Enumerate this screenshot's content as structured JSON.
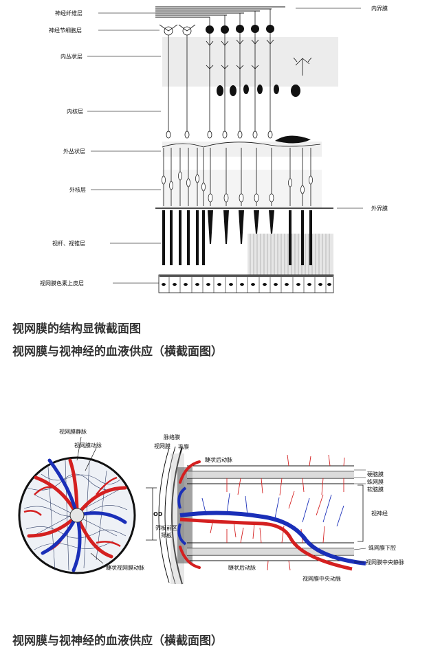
{
  "figure1": {
    "left_labels": [
      "神经纤维层",
      "神经节细胞层",
      "内丛状层",
      "内核层",
      "外丛状层",
      "外核层",
      "视杆、视锥层",
      "视网膜色素上皮层"
    ],
    "right_labels": [
      "内界膜",
      "外界膜"
    ]
  },
  "caption1": "视网膜的结构显微截面图",
  "caption2": "视网膜与视神经的血液供应（横截面图）",
  "figure2": {
    "labels": {
      "retinal_vein": "视网膜静脉",
      "retinal_artery": "视网膜动脉",
      "choroid": "脉络膜",
      "retina": "视网膜",
      "sclera": "巩膜",
      "post_ciliary_artery_top": "睫状后动脉",
      "od": "OD",
      "lamina_front": "筛板前区",
      "lamina": "筛板",
      "cilioretinal_artery": "睫状视网膜动脉",
      "post_ciliary_artery_bottom": "睫状后动脉",
      "dura": "硬脑膜",
      "arachnoid": "蛛网膜",
      "pia": "软脑膜",
      "optic_nerve": "视神经",
      "subarachnoid": "蛛网膜下腔",
      "central_vein": "视网膜中央静脉",
      "central_artery": "视网膜中央动脉"
    }
  },
  "caption3": "视网膜与视神经的血液供应（横截面图）",
  "colors": {
    "artery": "#d42020",
    "vein": "#1a2fb8",
    "ink": "#111111"
  }
}
